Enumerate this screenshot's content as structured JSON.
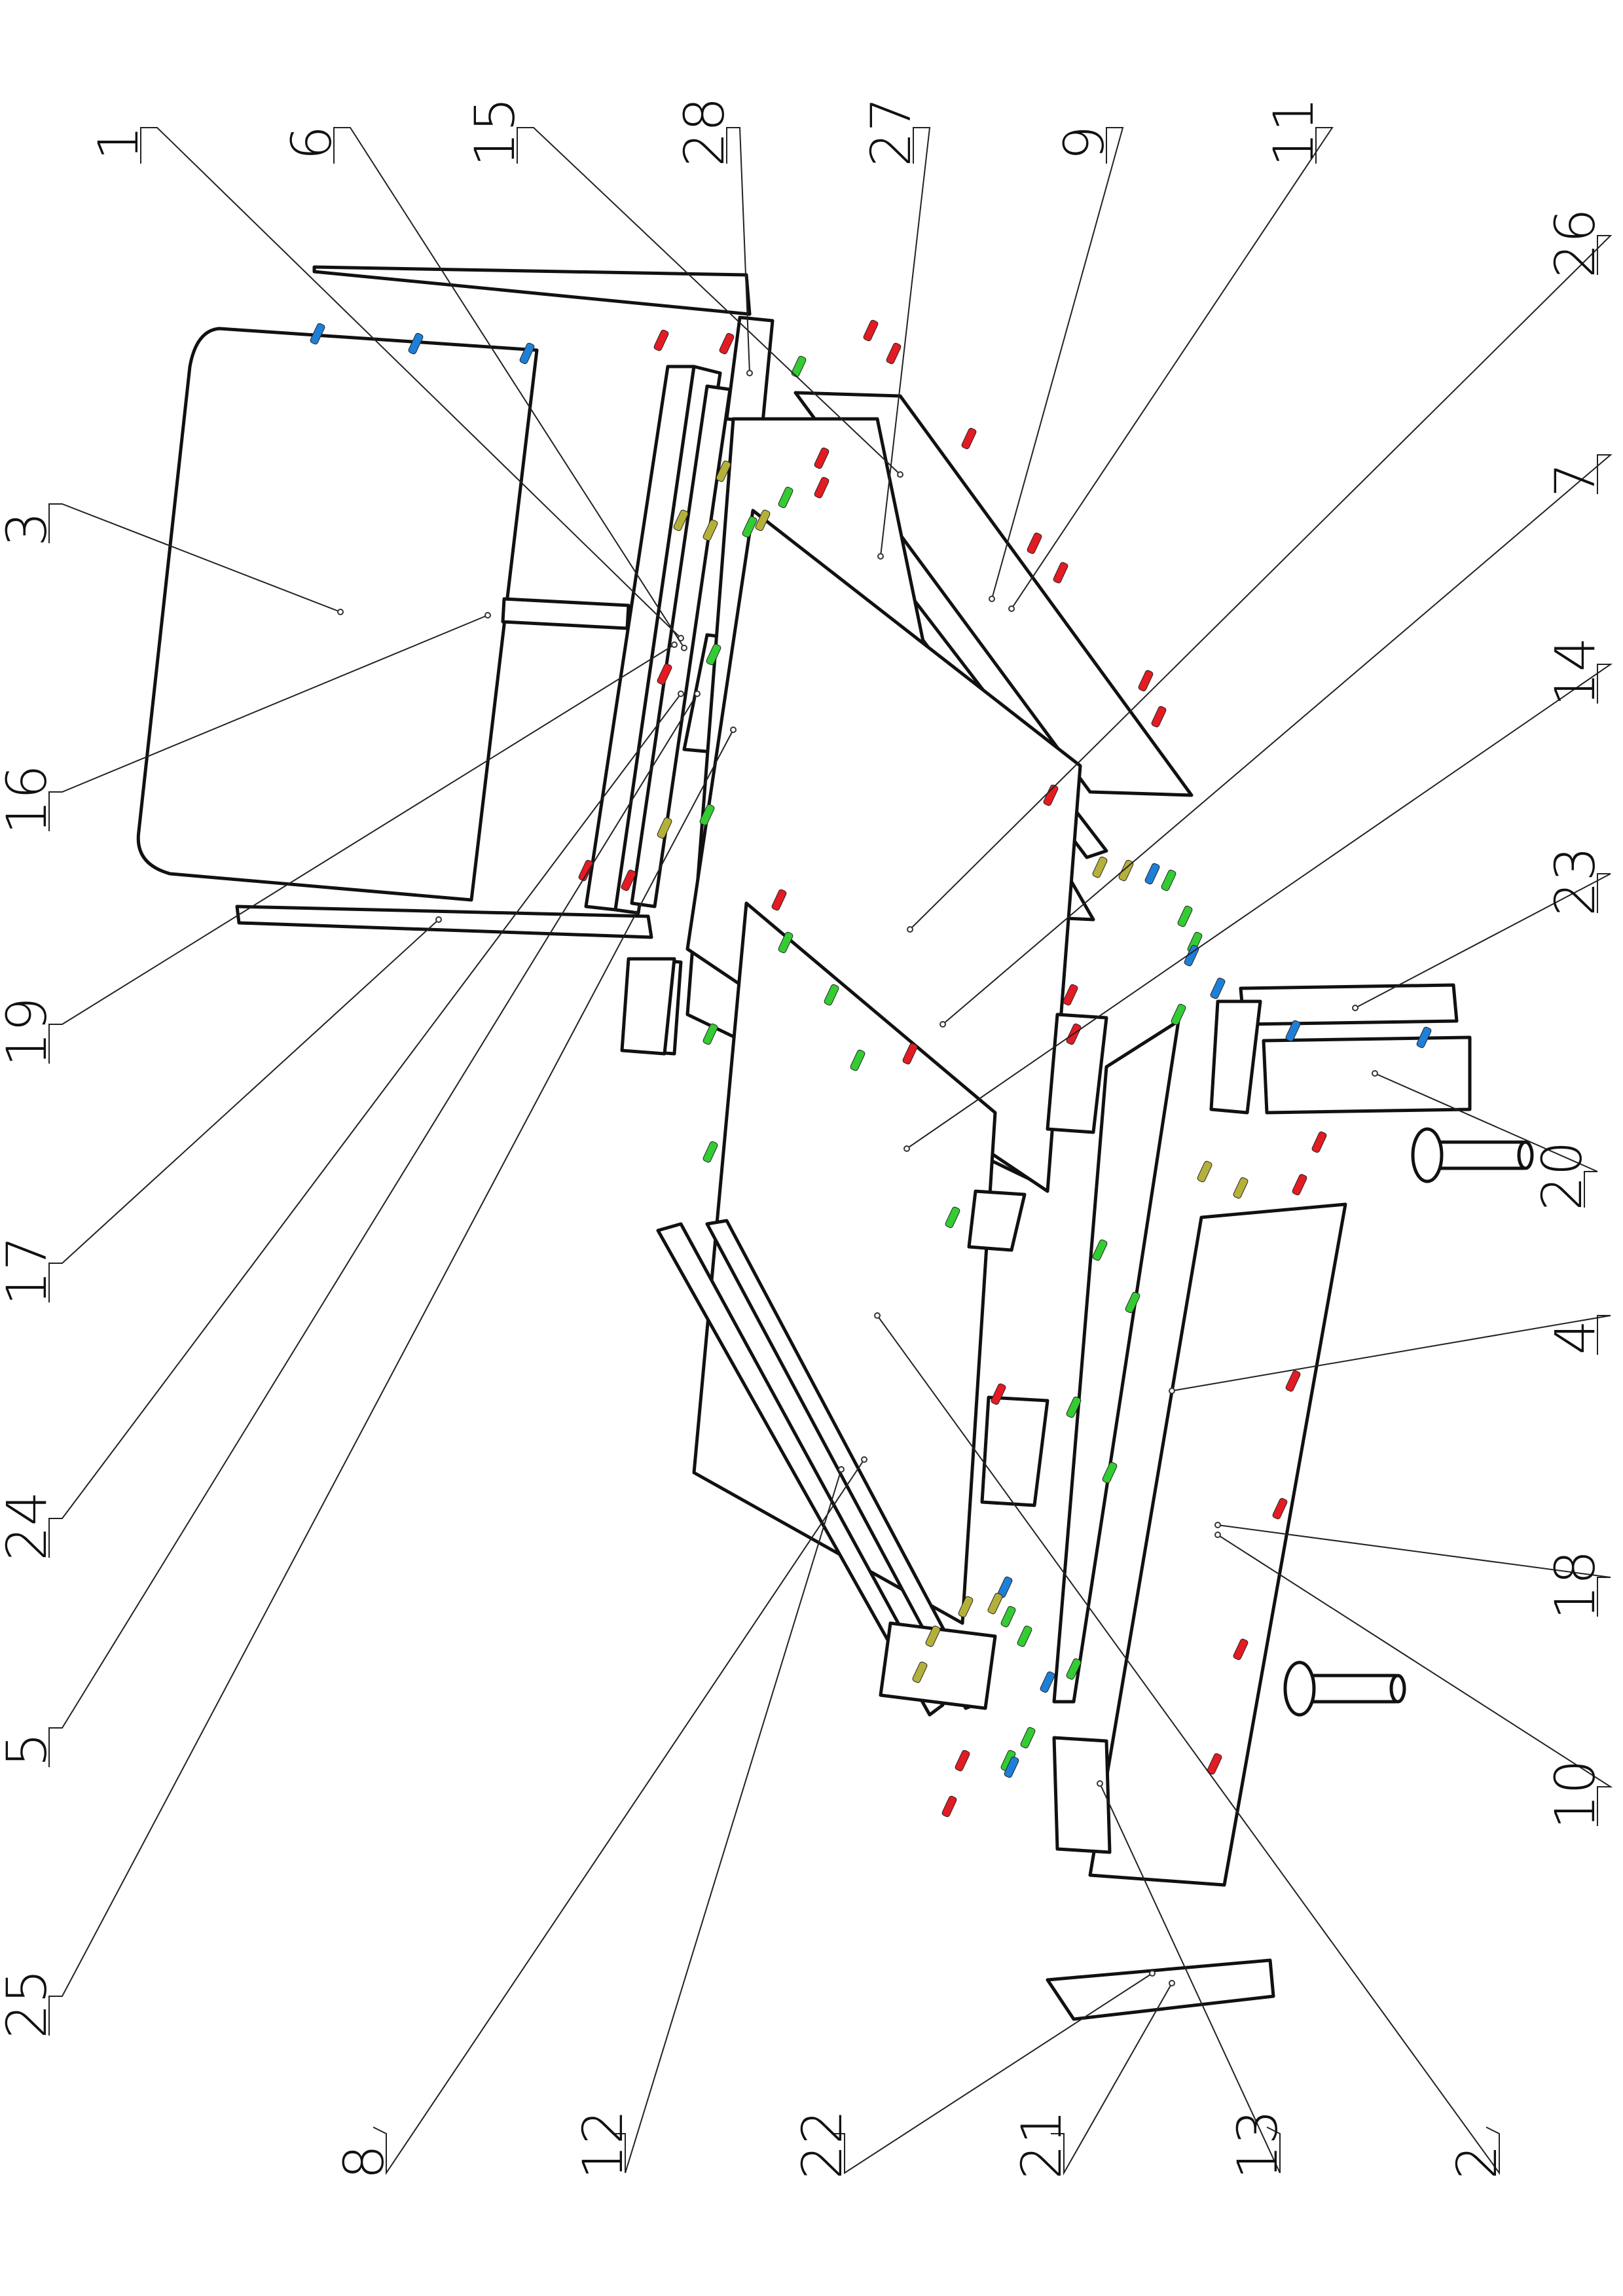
{
  "drawing": {
    "callouts": [
      "1",
      "6",
      "15",
      "28",
      "27",
      "9",
      "11",
      "26",
      "7",
      "14",
      "23",
      "20",
      "4",
      "18",
      "10",
      "2",
      "13",
      "21",
      "22",
      "12",
      "8",
      "25",
      "5",
      "24",
      "17",
      "19",
      "16",
      "3"
    ]
  },
  "fastener_colors": {
    "confirmat": "#e31b23",
    "dowel": "#33cc33",
    "eccentric": "#1e7fd8",
    "screw": "#b5b03a"
  }
}
